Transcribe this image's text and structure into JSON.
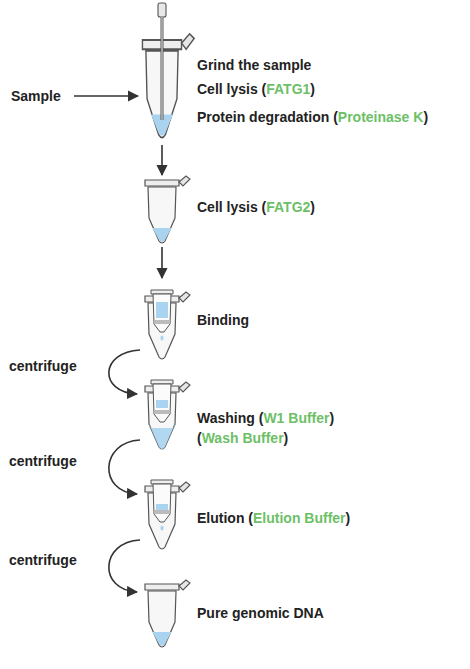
{
  "diagram": {
    "nodes": [
      {
        "text": [
          "Grind the sample",
          "Cell lysis (FATG1)",
          "Protein degradation (Proteinase K)"
        ]
      },
      {
        "text": [
          "Cell lysis (FATG2)"
        ]
      },
      {
        "text": [
          "Binding"
        ]
      },
      {
        "text": [
          "Washing (W1 Buffer)",
          "(Wash Buffer)"
        ]
      },
      {
        "text": [
          "Elution (Elution Buffer)"
        ]
      },
      {
        "text": [
          "Pure genomic DNA"
        ]
      }
    ],
    "edges": [
      {
        "from": 0,
        "to": 1,
        "arrow": "to"
      },
      {
        "from": 1,
        "to": 2,
        "arrow": "to"
      },
      {
        "from": 2,
        "to": 3,
        "arrow": "to",
        "label": "centrifuge"
      },
      {
        "from": 3,
        "to": 4,
        "arrow": "to",
        "label": "centrifuge"
      },
      {
        "from": 4,
        "to": 5,
        "arrow": "to",
        "label": "centrifuge"
      }
    ],
    "labels": [
      "Sample"
    ]
  }
}
